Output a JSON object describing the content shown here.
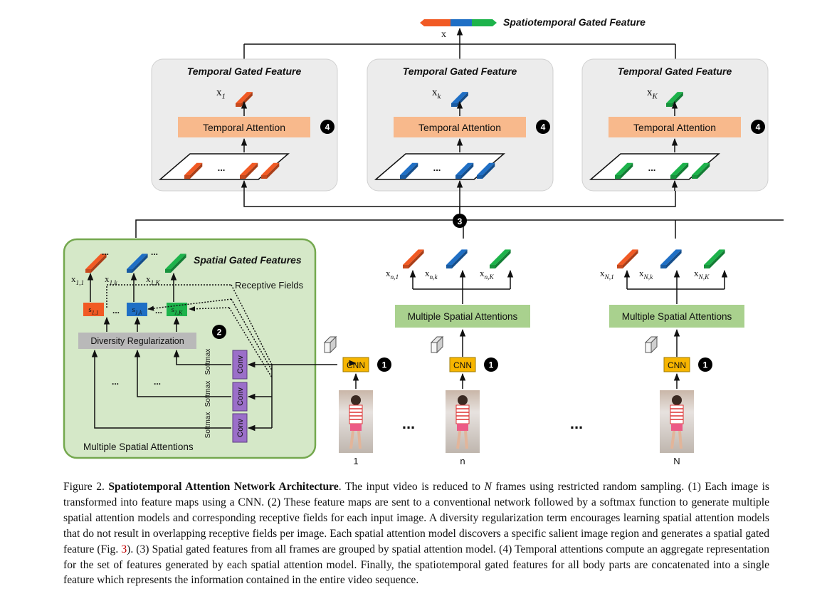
{
  "top": {
    "title": "Spatiotemporal Gated Feature",
    "output_label": "x",
    "colors": [
      "#f15a24",
      "#1f6fc5",
      "#1db34b"
    ]
  },
  "temporal_panels": [
    {
      "title": "Temporal Gated Feature",
      "var": "x",
      "sub": "1",
      "attention": "Temporal Attention",
      "step": "4",
      "color": "#f15a24",
      "dots": "..."
    },
    {
      "title": "Temporal Gated Feature",
      "var": "x",
      "sub": "k",
      "attention": "Temporal Attention",
      "step": "4",
      "color": "#1f6fc5",
      "dots": "..."
    },
    {
      "title": "Temporal Gated Feature",
      "var": "x",
      "sub": "K",
      "attention": "Temporal Attention",
      "step": "4",
      "color": "#1db34b",
      "dots": "..."
    }
  ],
  "merge_step": "3",
  "spatial_box": {
    "title": "Spatial Gated Features",
    "features": [
      {
        "var": "x",
        "sub": "1,1",
        "color": "#f15a24"
      },
      {
        "var": "x",
        "sub": "1,k",
        "color": "#1f6fc5"
      },
      {
        "var": "x",
        "sub": "1,K",
        "color": "#1db34b"
      }
    ],
    "scores": [
      {
        "var": "s",
        "sub": "1,1",
        "color": "#f15a24"
      },
      {
        "var": "s",
        "sub": "1,k",
        "color": "#1f6fc5"
      },
      {
        "var": "s",
        "sub": "1,K",
        "color": "#1db34b"
      }
    ],
    "receptive_fields": "Receptive Fields",
    "diversity": "Diversity Regularization",
    "diversity_step": "2",
    "softmax": "Softmax",
    "conv": "Conv",
    "footer": "Multiple Spatial Attentions",
    "dots": "..."
  },
  "frame_columns": [
    {
      "frame_label": "1",
      "cnn": "CNN",
      "step": "1"
    },
    {
      "frame_label": "n",
      "cnn": "CNN",
      "step": "1",
      "attention": "Multiple Spatial Attentions",
      "features": [
        {
          "var": "x",
          "sub": "n,1",
          "color": "#f15a24"
        },
        {
          "var": "x",
          "sub": "n,k",
          "color": "#1f6fc5"
        },
        {
          "var": "x",
          "sub": "n,K",
          "color": "#1db34b"
        }
      ]
    },
    {
      "frame_label": "N",
      "cnn": "CNN",
      "step": "1",
      "attention": "Multiple Spatial Attentions",
      "features": [
        {
          "var": "x",
          "sub": "N,1",
          "color": "#f15a24"
        },
        {
          "var": "x",
          "sub": "N,k",
          "color": "#1f6fc5"
        },
        {
          "var": "x",
          "sub": "N,K",
          "color": "#1db34b"
        }
      ]
    }
  ],
  "between_dots": "...",
  "caption": {
    "label": "Figure 2.",
    "title": "Spatiotemporal Attention Network Architecture",
    "text_1": ". The input video is reduced to ",
    "N": "N",
    "text_2": " frames using restricted random sampling. (1) Each image is transformed into feature maps using a CNN. (2) These feature maps are sent to a conventional network followed by a softmax function to generate multiple spatial attention models and corresponding receptive fields for each input image. A diversity regularization term encourages learning spatial attention models that do not result in overlapping receptive fields per image. Each spatial attention model discovers a specific salient image region and generates a spatial gated feature (Fig. ",
    "figref": "3",
    "text_3": "). (3) Spatial gated features from all frames are grouped by spatial attention model. (4) Temporal attentions compute an aggregate representation for the set of features generated by each spatial attention model. Finally, the spatiotemporal gated features for all body parts are concatenated into a single feature which represents the information contained in the entire video sequence."
  }
}
